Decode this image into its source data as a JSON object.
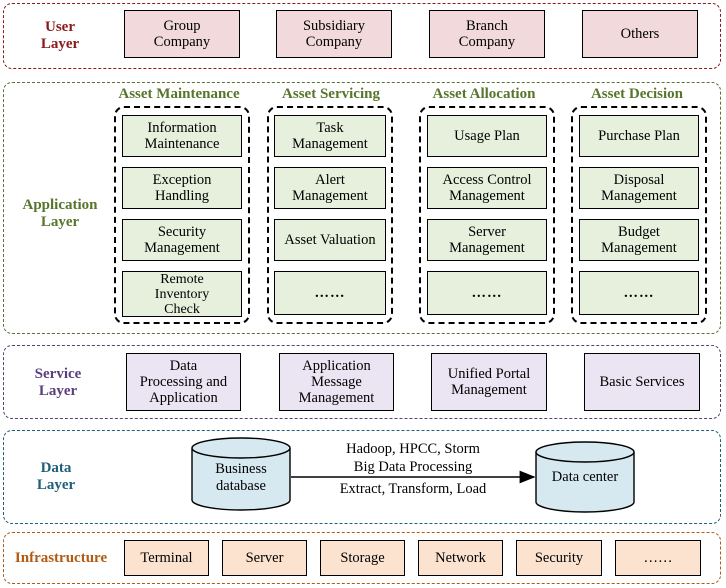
{
  "user_layer": {
    "label": "User\nLayer",
    "items": [
      "Group\nCompany",
      "Subsidiary\nCompany",
      "Branch\nCompany",
      "Others"
    ]
  },
  "application_layer": {
    "label": "Application\nLayer",
    "columns": [
      {
        "title": "Asset Maintenance",
        "items": [
          "Information\nMaintenance",
          "Exception\nHandling",
          "Security\nManagement",
          "Remote\nInventory\nCheck"
        ]
      },
      {
        "title": "Asset Servicing",
        "items": [
          "Task\nManagement",
          "Alert\nManagement",
          "Asset Valuation",
          "……"
        ]
      },
      {
        "title": "Asset Allocation",
        "items": [
          "Usage Plan",
          "Access Control\nManagement",
          "Server\nManagement",
          "……"
        ]
      },
      {
        "title": "Asset Decision",
        "items": [
          "Purchase Plan",
          "Disposal\nManagement",
          "Budget\nManagement",
          "……"
        ]
      }
    ]
  },
  "service_layer": {
    "label": "Service\nLayer",
    "items": [
      "Data\nProcessing and\nApplication",
      "Application\nMessage\nManagement",
      "Unified Portal\nManagement",
      "Basic Services"
    ]
  },
  "data_layer": {
    "label": "Data\nLayer",
    "source": "Business\ndatabase",
    "target": "Data center",
    "arrow_top": "Hadoop, HPCC, Storm\nBig Data Processing",
    "arrow_bottom": "Extract, Transform, Load"
  },
  "infrastructure": {
    "label": "Infrastructure",
    "items": [
      "Terminal",
      "Server",
      "Storage",
      "Network",
      "Security",
      "……"
    ]
  },
  "colors": {
    "user": "#8b1a1a",
    "application": "#57752b",
    "service": "#5a3f7a",
    "data": "#1f5f7a",
    "infrastructure": "#b35a12"
  }
}
